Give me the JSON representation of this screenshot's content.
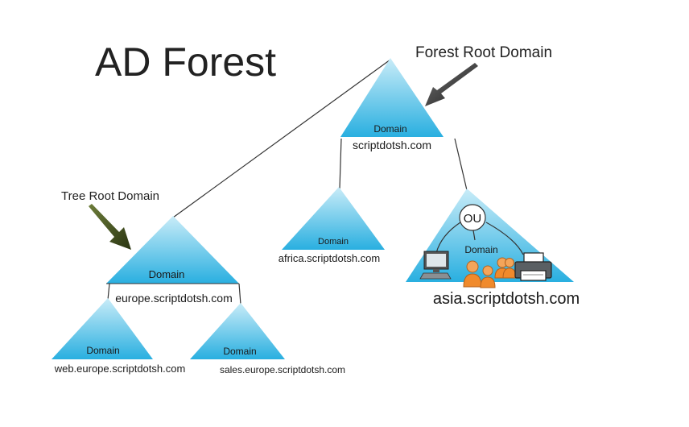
{
  "title": "AD Forest",
  "annotations": {
    "forest_root": "Forest Root Domain",
    "tree_root": "Tree Root Domain"
  },
  "domains": {
    "root": {
      "label": "Domain",
      "name": "scriptdotsh.com"
    },
    "europe": {
      "label": "Domain",
      "name": "europe.scriptdotsh.com"
    },
    "africa": {
      "label": "Domain",
      "name": "africa.scriptdotsh.com"
    },
    "asia": {
      "label": "Domain",
      "name": "asia.scriptdotsh.com"
    },
    "web": {
      "label": "Domain",
      "name": "web.europe.scriptdotsh.com"
    },
    "sales": {
      "label": "Domain",
      "name": "sales.europe.scriptdotsh.com"
    }
  },
  "ou": {
    "label": "OU"
  },
  "colors": {
    "triangle_top": "#bfe8f6",
    "triangle_bottom": "#27aede",
    "arrow": "#222222",
    "tree_arrow": "#3c4a1e",
    "person": "#f08a2c"
  }
}
